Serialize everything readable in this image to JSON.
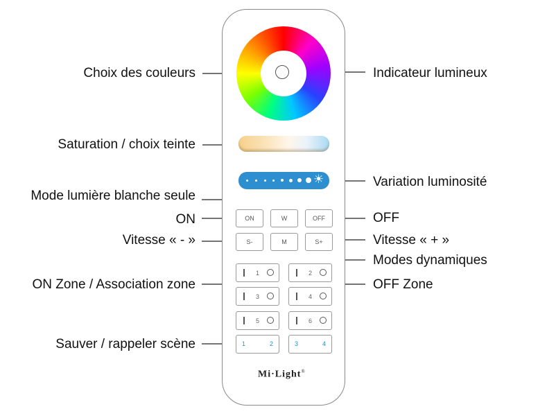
{
  "labels": {
    "choix_couleurs": "Choix des couleurs",
    "indicateur": "Indicateur lumineux",
    "saturation": "Saturation / choix teinte",
    "variation": "Variation luminosité",
    "mode_blanche": "Mode lumière blanche seule",
    "on": "ON",
    "off": "OFF",
    "vitesse_moins": "Vitesse « - »",
    "vitesse_plus": "Vitesse « + »",
    "modes_dyn": "Modes dynamiques",
    "on_zone": "ON Zone / Association zone",
    "off_zone": "OFF Zone",
    "sauver": "Sauver / rappeler scène"
  },
  "remote": {
    "buttons": {
      "on": "ON",
      "w": "W",
      "off": "OFF",
      "s_minus": "S-",
      "m": "M",
      "s_plus": "S+"
    },
    "zones": [
      "1",
      "2",
      "3",
      "4",
      "5",
      "6"
    ],
    "scenes": [
      "1",
      "2",
      "3",
      "4"
    ],
    "brand": "Mi·Light",
    "brand_mark": "®"
  },
  "colors": {
    "brightness_bar": "#2d8fd0",
    "scene_text": "#2a8fd0",
    "outline": "#888888"
  },
  "icons": {
    "indicator": "indicator-light-icon",
    "sun": "sun-icon",
    "zone_on": "zone-on-bar-icon",
    "zone_off": "zone-off-circle-icon"
  }
}
